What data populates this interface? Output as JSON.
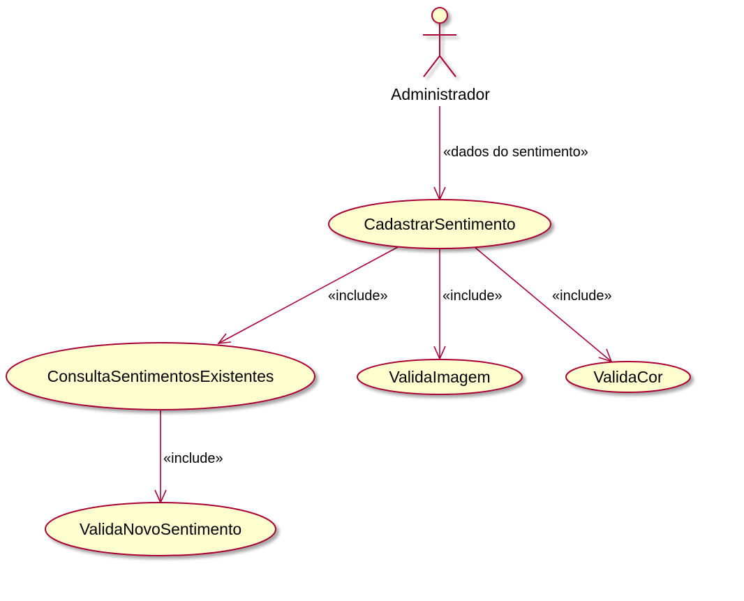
{
  "colors": {
    "stroke": "#A80036",
    "fill": "#FEFECE",
    "shadow": "#C8C8C8",
    "text": "#000000"
  },
  "actor": {
    "name": "Administrador",
    "icon": "stick-figure-actor-icon"
  },
  "use_cases": {
    "cadastrar": "CadastrarSentimento",
    "consulta": "ConsultaSentimentosExistentes",
    "valida_imagem": "ValidaImagem",
    "valida_cor": "ValidaCor",
    "valida_novo": "ValidaNovoSentimento"
  },
  "relations": {
    "actor_to_cadastrar": "«dados do sentimento»",
    "cadastrar_to_consulta": "«include»",
    "cadastrar_to_valida_imagem": "«include»",
    "cadastrar_to_valida_cor": "«include»",
    "consulta_to_valida_novo": "«include»"
  }
}
